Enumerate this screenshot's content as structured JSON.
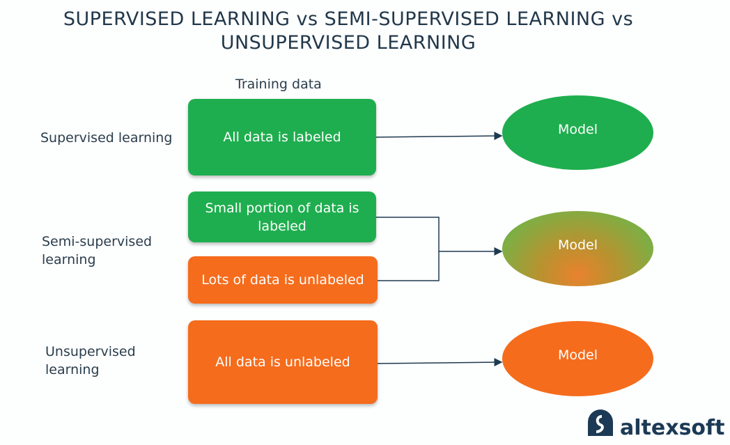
{
  "title": {
    "line1": "SUPERVISED LEARNING vs SEMI-SUPERVISED LEARNING vs",
    "line2": "UNSUPERVISED LEARNING"
  },
  "column_header": "Training data",
  "rows": [
    {
      "label": "Supervised learning",
      "boxes": [
        "All data is labeled"
      ],
      "model": "Model"
    },
    {
      "label": "Semi-supervised learning",
      "boxes": [
        "Small portion of data is labeled",
        "Lots of data is unlabeled"
      ],
      "model": "Model"
    },
    {
      "label": "Unsupervised learning",
      "boxes": [
        "All data is unlabeled"
      ],
      "model": "Model"
    }
  ],
  "colors": {
    "labeled": "#1fae4f",
    "unlabeled": "#f56c1c",
    "text": "#22384a"
  },
  "logo": {
    "text": "altexsoft"
  }
}
